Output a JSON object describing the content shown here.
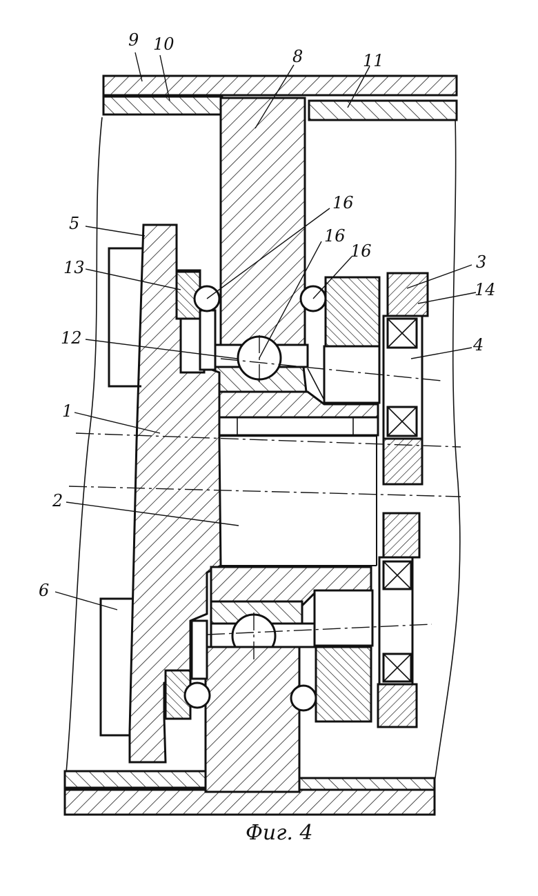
{
  "labels": {
    "l9": "9",
    "l10": "10",
    "l8": "8",
    "l11": "11",
    "l16a": "16",
    "l16b": "16",
    "l16c": "16",
    "l5": "5",
    "l13": "13",
    "l3": "3",
    "l14": "14",
    "l12": "12",
    "l4": "4",
    "l1": "1",
    "l2": "2",
    "l6": "6"
  },
  "caption": "Фиг. 4",
  "colors": {
    "ink": "#111111",
    "paper": "#ffffff"
  }
}
